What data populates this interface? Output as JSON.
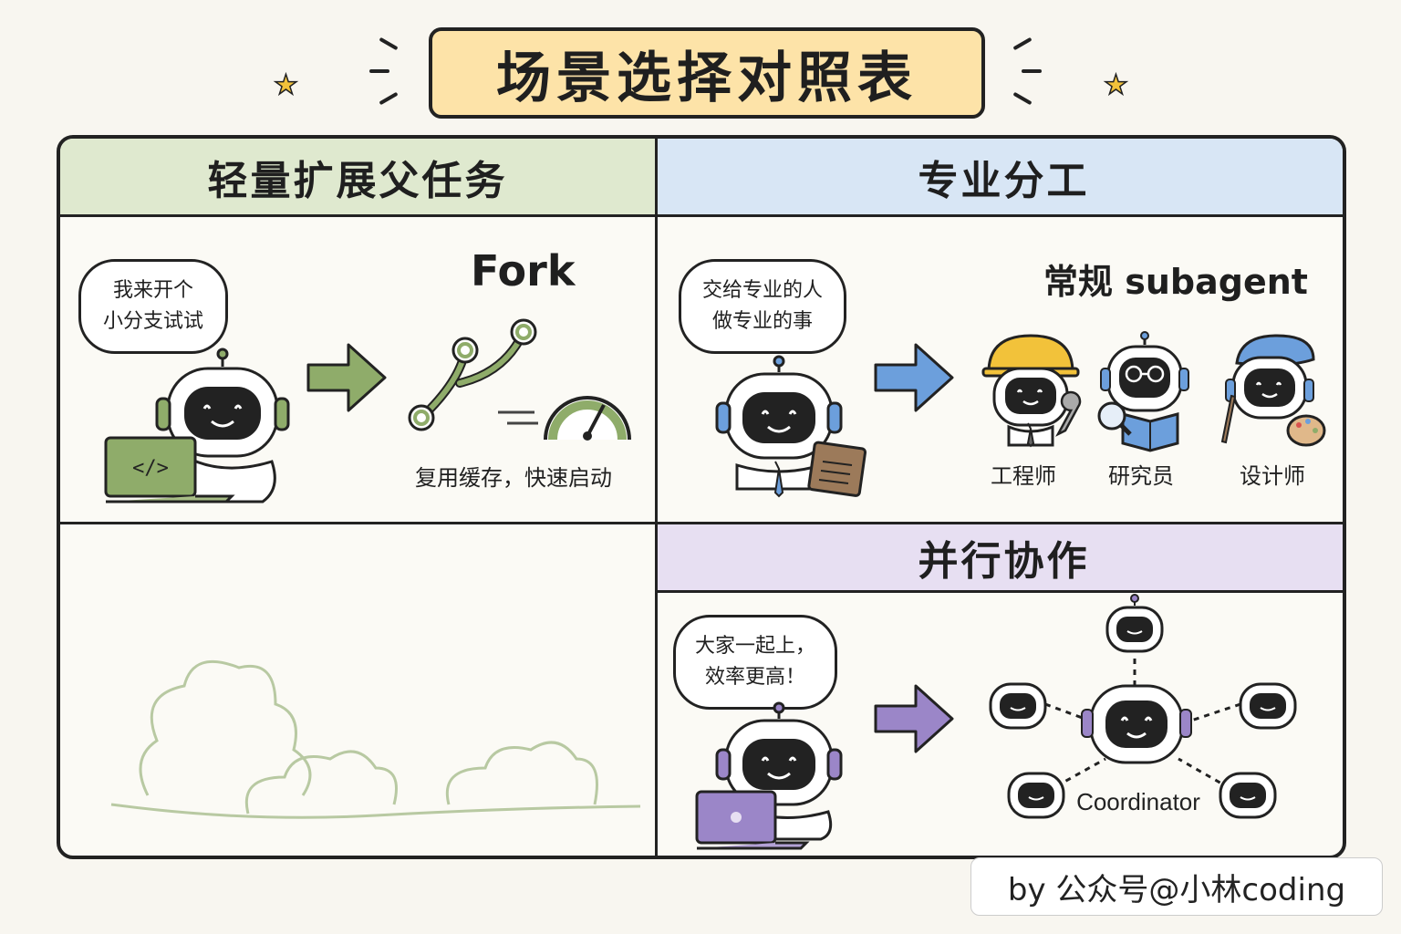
{
  "title": "场景选择对照表",
  "panels": {
    "fork": {
      "header": "轻量扩展父任务",
      "bubble": [
        "我来开个",
        "小分支试试"
      ],
      "name": "Fork",
      "caption": "复用缓存，快速启动",
      "laptop_icon": "</>"
    },
    "subagent": {
      "header": "专业分工",
      "bubble": [
        "交给专业的人",
        "做专业的事"
      ],
      "name": "常规 subagent",
      "roles": [
        "工程师",
        "研究员",
        "设计师"
      ]
    },
    "parallel": {
      "header": "并行协作",
      "bubble": [
        "大家一起上，",
        "效率更高！"
      ],
      "center_label": "Coordinator"
    }
  },
  "credit": "by 公众号@小林coding",
  "colors": {
    "green": "#8fac6a",
    "blue": "#6c9fdc",
    "purple": "#9b86c8",
    "title_bg": "#fde3a8"
  },
  "icons": [
    "star-icon",
    "arrow-right-icon",
    "branch-icon",
    "speedometer-icon",
    "robot-icon",
    "laptop-icon",
    "clipboard-icon",
    "wrench-icon",
    "magnifier-icon",
    "book-icon",
    "paintbrush-icon",
    "palette-icon",
    "hardhat-icon",
    "beret-icon",
    "glasses-icon",
    "tie-icon"
  ]
}
